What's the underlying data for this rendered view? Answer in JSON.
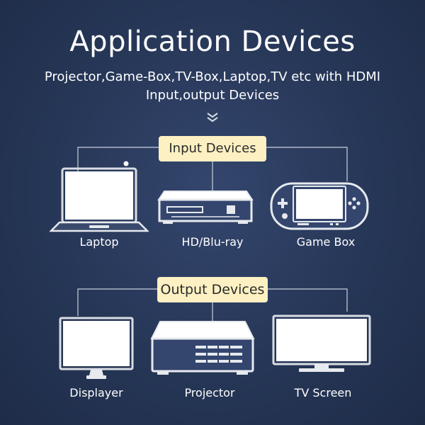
{
  "header": {
    "title": "Application Devices",
    "subtitle_line1": "Projector,Game-Box,TV-Box,Laptop,TV etc with HDMI",
    "subtitle_line2": "Input,output Devices"
  },
  "input_group": {
    "label": "Input Devices",
    "devices": [
      {
        "label": "Laptop",
        "icon": "laptop-icon"
      },
      {
        "label": "HD/Blu-ray",
        "icon": "blu-ray-player-icon"
      },
      {
        "label": "Game Box",
        "icon": "handheld-game-console-icon"
      }
    ]
  },
  "output_group": {
    "label": "Output Devices",
    "devices": [
      {
        "label": "Displayer",
        "icon": "monitor-icon"
      },
      {
        "label": "Projector",
        "icon": "projector-icon"
      },
      {
        "label": "TV Screen",
        "icon": "tv-screen-icon"
      }
    ]
  },
  "colors": {
    "background": "#263656",
    "label_pill": "#fdf0c2",
    "connector_line": "#c8d0dc"
  }
}
